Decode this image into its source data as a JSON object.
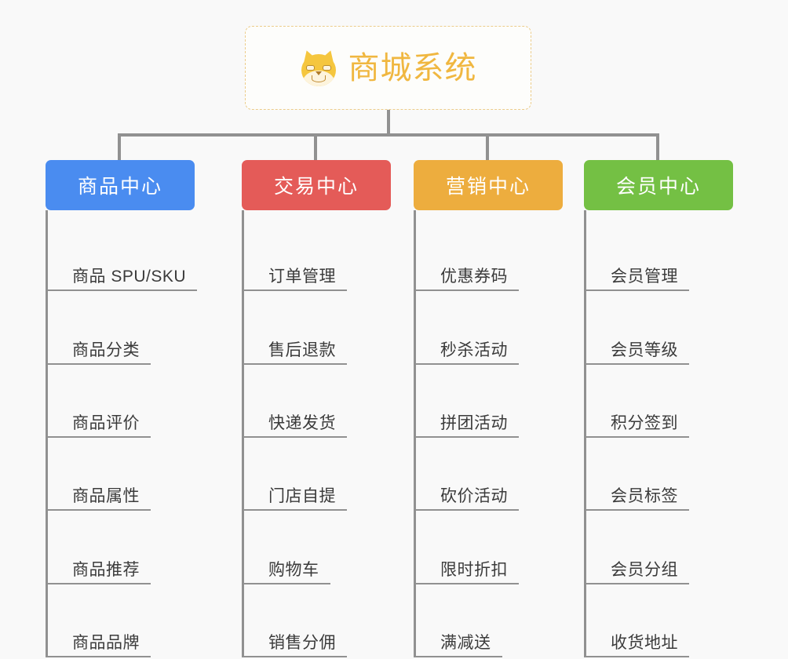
{
  "root": {
    "icon": "shiba-dog-face-icon",
    "title": "商城系统",
    "border_color": "#eccc8a",
    "text_color": "#f0b740",
    "background": "#fdfdfb"
  },
  "canvas": {
    "background": "#f9f9f9",
    "connector_color": "#919191"
  },
  "columns": [
    {
      "id": "product-center",
      "title": "商品中心",
      "color": "#4a8cf0",
      "items": [
        "商品 SPU/SKU",
        "商品分类",
        "商品评价",
        "商品属性",
        "商品推荐",
        "商品品牌"
      ]
    },
    {
      "id": "trade-center",
      "title": "交易中心",
      "color": "#e45b58",
      "items": [
        "订单管理",
        "售后退款",
        "快递发货",
        "门店自提",
        "购物车",
        "销售分佣"
      ]
    },
    {
      "id": "marketing-center",
      "title": "营销中心",
      "color": "#edad3e",
      "items": [
        "优惠券码",
        "秒杀活动",
        "拼团活动",
        "砍价活动",
        "限时折扣",
        "满减送"
      ]
    },
    {
      "id": "member-center",
      "title": "会员中心",
      "color": "#74c044",
      "items": [
        "会员管理",
        "会员等级",
        "积分签到",
        "会员标签",
        "会员分组",
        "收货地址"
      ]
    }
  ]
}
